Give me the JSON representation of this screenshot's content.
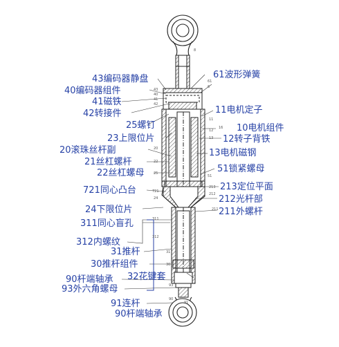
{
  "theme": {
    "label_color": "#2742a6",
    "line_color": "#222222",
    "hatch_color": "#444444",
    "leader_color": "#333333"
  },
  "labels": {
    "l43": "43编码器静盘",
    "l40": "40编码器组件",
    "l41": "41磁铁",
    "l42": "42转接件",
    "l25": "25螺钉",
    "l23": "23上限位片",
    "l20": "20滚珠丝杆副",
    "l21": "21丝杠螺杆",
    "l22": "22丝杠螺母",
    "l721": "721同心凸台",
    "l24": "24下限位片",
    "l311": "311同心盲孔",
    "l312": "312内螺纹",
    "l31": "31推杆",
    "l30": "30推杆组件",
    "l90a": "90杆端轴承",
    "l93": "93外六角螺母",
    "l91": "91连杆",
    "l90b": "90杆端轴承",
    "l61": "61波形弹簧",
    "l11": "11电机定子",
    "l10": "10电机组件",
    "l12": "12转子背铁",
    "l13": "13电机磁钢",
    "l51": "51锁紧螺母",
    "l213": "213定位平面",
    "l212": "212光杆部",
    "l211": "211外螺杆",
    "l32": "32花键套"
  },
  "callouts": {
    "c8": "8",
    "c43": "43",
    "c40": "40",
    "c41": "41",
    "c42": "42",
    "c61": "61",
    "c6": "6",
    "c11": "11",
    "c16": "16",
    "c12": "12",
    "c13": "13",
    "c20": "20",
    "c22": "22",
    "c25": "25",
    "c51": "51",
    "c213": "213",
    "c212": "212",
    "c211": "211",
    "c721": "721",
    "c24": "24",
    "c311": "311",
    "c312": "312",
    "c31": "31",
    "c30": "30",
    "c93": "93",
    "c91": "91",
    "c90": "90"
  }
}
